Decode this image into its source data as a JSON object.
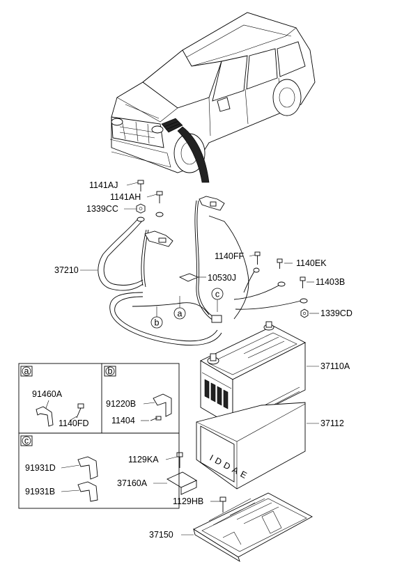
{
  "part_labels": {
    "p1141AJ": "1141AJ",
    "p1141AH": "1141AH",
    "p1339CC": "1339CC",
    "p37210": "37210",
    "p1140FF": "1140FF",
    "p1140EK": "1140EK",
    "p10530J": "10530J",
    "p11403B": "11403B",
    "p1339CD": "1339CD",
    "p37110A": "37110A",
    "p37112": "37112",
    "p1129KA": "1129KA",
    "p37160A": "37160A",
    "p1129HB": "1129HB",
    "p37150": "37150"
  },
  "callouts": {
    "a": "a",
    "b": "b",
    "c": "c"
  },
  "detail_a": {
    "tag": "a",
    "labels": [
      "91460A",
      "1140FD"
    ]
  },
  "detail_b": {
    "tag": "b",
    "labels": [
      "91220B",
      "11404"
    ]
  },
  "detail_c": {
    "tag": "c",
    "labels": [
      "91931D",
      "91931B"
    ]
  },
  "battery_side_text": "IDDAE"
}
